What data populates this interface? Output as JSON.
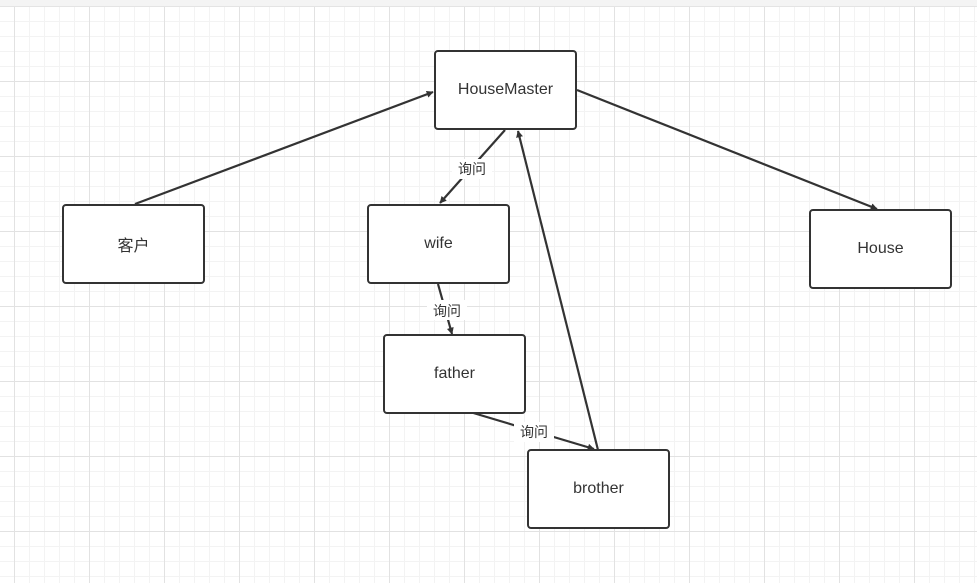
{
  "nodes": {
    "housemaster": "HouseMaster",
    "customer": "客户",
    "wife": "wife",
    "house": "House",
    "father": "father",
    "brother": "brother"
  },
  "edges": {
    "housemaster_wife_label": "询问",
    "wife_father_label": "询问",
    "father_brother_label": "询问"
  },
  "colors": {
    "stroke": "#333333",
    "grid_major": "#e2e2e2",
    "grid_minor": "#f3f3f3"
  }
}
